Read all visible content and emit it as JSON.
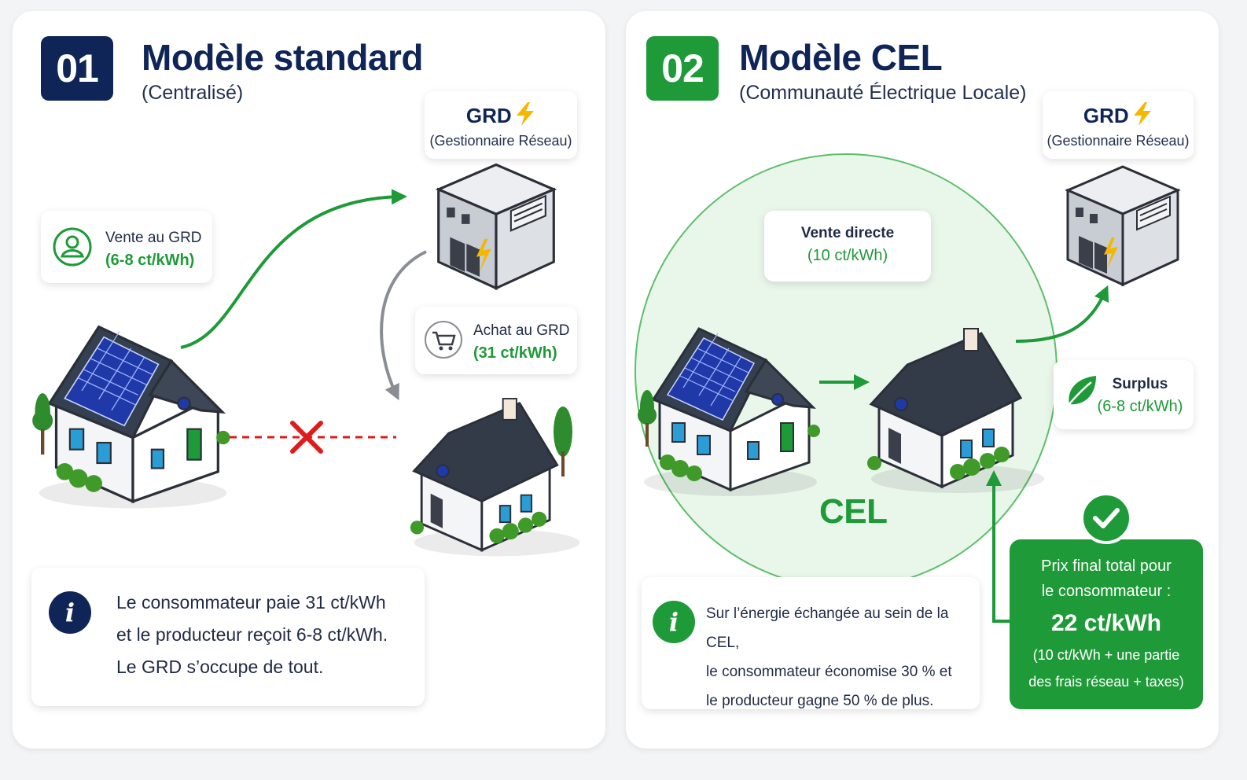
{
  "colors": {
    "navy": "#0f2557",
    "green": "#1e9a38",
    "red": "#e01b1b",
    "gray_arrow": "#8a8d93",
    "cel_fill": "#e9f6ea"
  },
  "standard": {
    "badge": "01",
    "title": "Modèle standard",
    "subtitle": "(Centralisé)",
    "grd_title": "GRD",
    "grd_sub": "(Gestionnaire Réseau)",
    "sale_label": "Vente au GRD",
    "sale_price": "(6-8 ct/kWh)",
    "buy_label": "Achat au GRD",
    "buy_price": "(31 ct/kWh)",
    "info_lines": [
      "Le consommateur paie 31 ct/kWh",
      "et le producteur reçoit  6-8 ct/kWh.",
      "Le GRD s’occupe de tout."
    ],
    "icons": [
      "user-circle-icon",
      "cart-icon",
      "lightning-icon",
      "red-cross-icon",
      "info-icon"
    ]
  },
  "cel": {
    "badge": "02",
    "title": "Modèle CEL",
    "subtitle": "(Communauté Électrique Locale)",
    "grd_title": "GRD",
    "grd_sub": "(Gestionnaire Réseau)",
    "direct_label": "Vente directe",
    "direct_price": "(10 ct/kWh)",
    "surplus_label": "Surplus",
    "surplus_price": "(6-8 ct/kWh)",
    "circle_label": "CEL",
    "info_lines": [
      "Sur l’énergie échangée au sein de la CEL,",
      "le consommateur économise 30 % et",
      "le producteur gagne 50 % de plus."
    ],
    "price_line1": "Prix final total pour",
    "price_line2": "le consommateur :",
    "price_value": "22 ct/kWh",
    "price_note1": "(10 ct/kWh + une partie",
    "price_note2": "des frais réseau + taxes)",
    "icons": [
      "leaf-icon",
      "check-icon",
      "lightning-icon",
      "info-icon"
    ]
  }
}
